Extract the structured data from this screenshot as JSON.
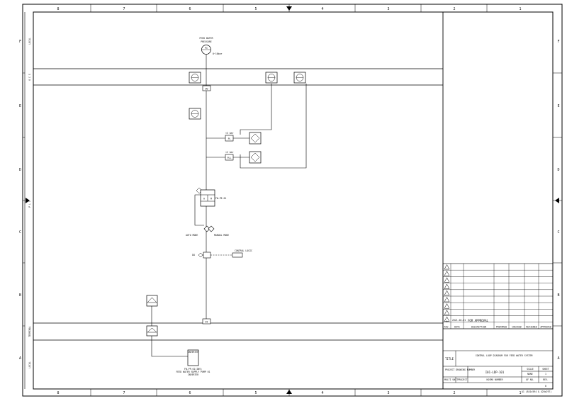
{
  "grid": {
    "columns": [
      "8",
      "7",
      "6",
      "5",
      "4",
      "3",
      "2",
      "1"
    ],
    "rows": [
      "F",
      "E",
      "D",
      "C",
      "B",
      "A"
    ]
  },
  "zones": {
    "field_top": "LOCAL",
    "ocs": "O C S",
    "plc": "P L C",
    "terminal": "TERMINAL",
    "field_bottom": "LOCAL"
  },
  "instruments": {
    "pressure_indicator": {
      "label_line1": "FEED WATER",
      "label_line2": "PRESSURE",
      "tag": "PI",
      "range": "0~10bar"
    },
    "ocs_box": "DO",
    "alarm_low": {
      "setpoint": "<3 bar",
      "tag": "PL"
    },
    "alarm_lowlow": {
      "setpoint": "<2 bar",
      "tag": "PLL"
    },
    "motor_block": {
      "tag": "FW-PE-01",
      "auto": "A",
      "manual": "M"
    },
    "auto_mode": "AUTO MODE",
    "manual_mode": "MANUAL MODE",
    "command_out": "DO",
    "control_logic": "CONTROL LOGIC",
    "terminal_box": "DI",
    "inverter": "INVERTER",
    "pump_tag": "FW-PP-01(INV)",
    "pump_desc": "FEED WATER SUPPLY PUMP 01",
    "pump_note": "INVERTER"
  },
  "revision": {
    "row_label": "0",
    "date": "2021.04.01",
    "description": "FOR APPROVAL",
    "headers": [
      "REV.",
      "DATE",
      "DESCRIPTION",
      "PREPARED",
      "CHECKED",
      "REVIEWED",
      "APPROVED"
    ]
  },
  "title_block": {
    "title_label": "TITLE",
    "title": "CONTROL LOOP DIAGRAM FOR FEED WATER SYSTEM",
    "project_drawing_label": "PROJECT DRAWING NUMBER",
    "drawing_number": "I01-LDP-101",
    "scale_label": "SCALE",
    "scale_value": "NONE",
    "sheet_label": "SHEET",
    "sheet_value": "1",
    "multi_unit": "MULTI UNIT",
    "project": "PROJECT",
    "kosmo_number": "KOSMO NUMBER",
    "of_no_label": "OF NO.",
    "rev_label": "REV.",
    "rev_value": "0",
    "footer": "A1 (841x594 & 420x297)"
  }
}
